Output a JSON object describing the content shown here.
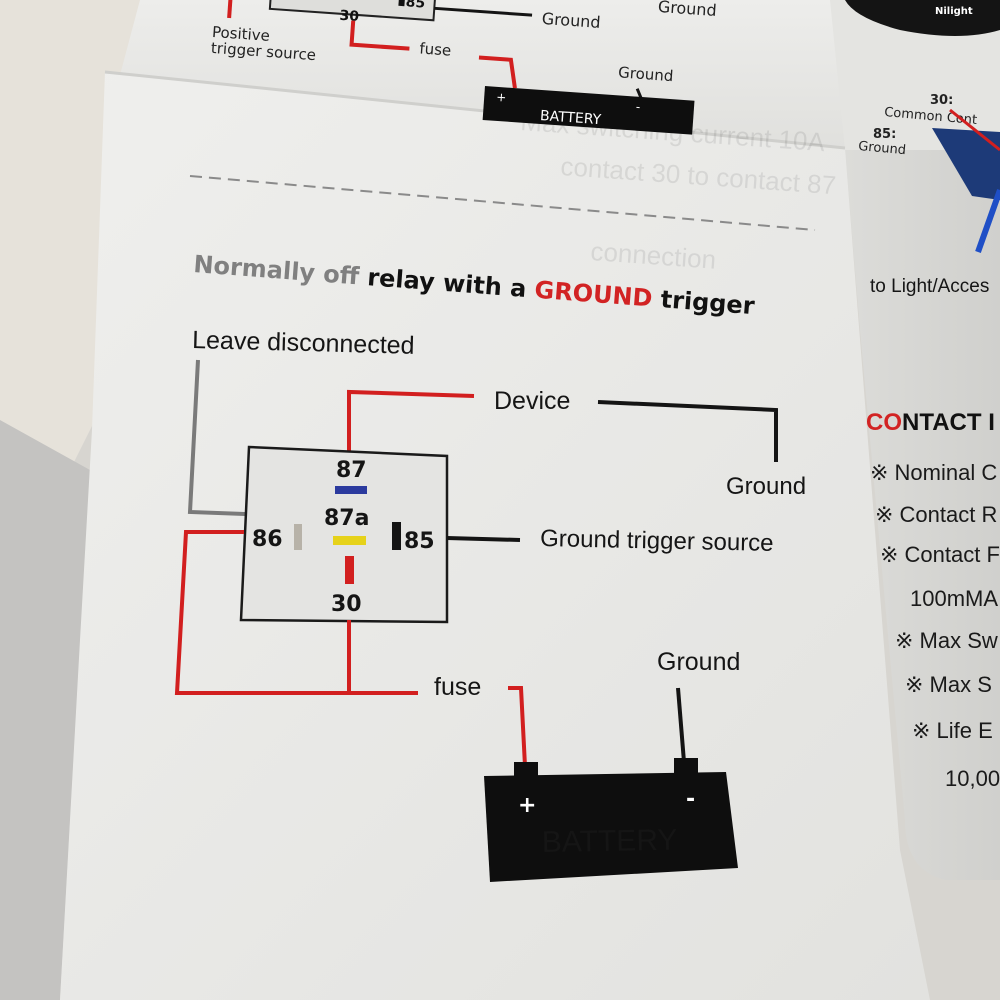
{
  "top_section": {
    "pin_85": "85",
    "pin_30": "30",
    "ground_label_1": "Ground",
    "ground_label_2": "Ground",
    "positive_trigger_line1": "Positive",
    "positive_trigger_line2": "trigger source",
    "fuse": "fuse",
    "ground_label_3": "Ground",
    "battery": "BATTERY",
    "battery_plus": "+",
    "battery_minus": "-"
  },
  "main_diagram": {
    "title_part1": "Normally off",
    "title_part2": " relay with a ",
    "title_highlight": "GROUND",
    "title_part3": " trigger",
    "leave_disconnected": "Leave disconnected",
    "device": "Device",
    "ground_right": "Ground",
    "ground_trigger_source": "Ground trigger source",
    "pins": {
      "p87": "87",
      "p87a": "87a",
      "p86": "86",
      "p85": "85",
      "p30": "30"
    },
    "fuse": "fuse",
    "ground_battery": "Ground",
    "battery": "BATTERY",
    "battery_plus": "+",
    "battery_minus": "-"
  },
  "right_panel": {
    "nilight": "Nilight",
    "common_contact_num": "30:",
    "common_contact": "Common Cont",
    "ground_num": "85:",
    "ground": "Ground",
    "to_light": "to Light/Acces",
    "contact_co": "CO",
    "contact_rest": "NTACT I",
    "specs": [
      "※ Nominal C",
      "※ Contact R",
      "※ Contact F",
      "100mMA",
      "※ Max Sw",
      "※ Max S",
      "※ Life E",
      "10,00"
    ]
  },
  "colors": {
    "wire_red": "#d21f1f",
    "wire_black": "#141414",
    "wire_gray": "#7a7a7a",
    "pin_blue": "#2b3a9e",
    "pin_yellow": "#e6d21a",
    "accent_red": "#d22323",
    "battery_black": "#0e0e0e"
  }
}
